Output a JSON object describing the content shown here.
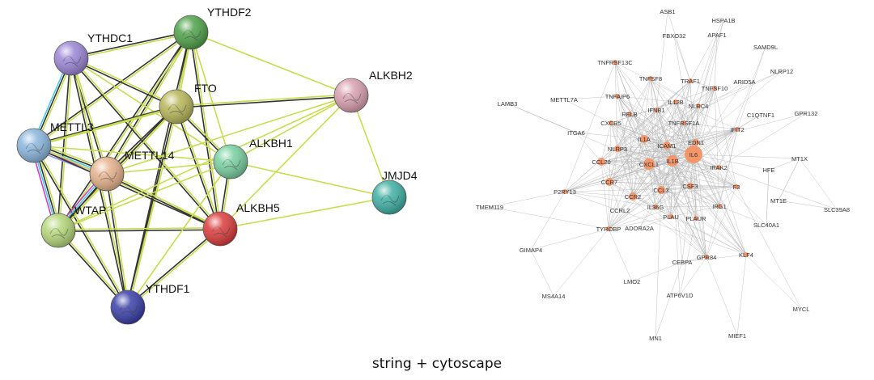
{
  "caption": "string + cytoscape",
  "left_network": {
    "nodes": [
      {
        "id": "YTHDF2",
        "label": "YTHDF2",
        "color": "#4fa24a"
      },
      {
        "id": "YTHDC1",
        "label": "YTHDC1",
        "color": "#9b86d6"
      },
      {
        "id": "ALKBH2",
        "label": "ALKBH2",
        "color": "#d9a0b0"
      },
      {
        "id": "FTO",
        "label": "FTO",
        "color": "#b8b75a"
      },
      {
        "id": "METTL3",
        "label": "METTL3",
        "color": "#8ab6dd"
      },
      {
        "id": "METTL14",
        "label": "METTL14",
        "color": "#e6b28c"
      },
      {
        "id": "ALKBH1",
        "label": "ALKBH1",
        "color": "#79d0a0"
      },
      {
        "id": "JMJD4",
        "label": "JMJD4",
        "color": "#3fb0a4"
      },
      {
        "id": "WTAP",
        "label": "WTAP",
        "color": "#b5d77a"
      },
      {
        "id": "ALKBH5",
        "label": "ALKBH5",
        "color": "#dc3c3c"
      },
      {
        "id": "YTHDF1",
        "label": "YTHDF1",
        "color": "#3a3fa8"
      }
    ],
    "edge_colors": {
      "textmining": "#c8dc50",
      "coexpression": "#333333",
      "database": "#4fc8e8",
      "experimental": "#d040c0",
      "homology": "#9a9ad8"
    }
  },
  "right_network": {
    "hub_color": "#f4956a",
    "edge_color": "#b5b5b5",
    "label_color": "#333333",
    "hub_nodes": [
      "IL6",
      "IL1B",
      "CXCL1",
      "IL1A",
      "ICAM1",
      "CCL20",
      "CCL3",
      "CCR2",
      "CCR7",
      "CSF3",
      "NLRP3",
      "EDN1",
      "IRAK2",
      "F3",
      "PLAUR",
      "PLAU",
      "CXCR5",
      "RELB",
      "IFNB1",
      "IL12B",
      "TNFRSF1A",
      "NLRC4",
      "TRAF1",
      "TNFSF10",
      "TNFRSF13C",
      "TNFSF8",
      "TNFAIP6",
      "IFIT2",
      "IL36G",
      "IRG1",
      "KLF4",
      "GPR84",
      "TYROBP",
      "P2RY13"
    ],
    "peripheral_nodes": [
      "ASB1",
      "HSPA1B",
      "FBXO32",
      "APAF1",
      "SAMD9L",
      "NLRP12",
      "ARID5A",
      "LAMB3",
      "METTL7A",
      "C1QTNF1",
      "GPR132",
      "ITGA6",
      "MT1X",
      "HFE",
      "MT1E",
      "TMEM119",
      "SLC39A8",
      "CCRL2",
      "SLC40A1",
      "ADORA2A",
      "GIMAP4",
      "CEBPA",
      "LMO2",
      "MS4A14",
      "ATP6V1D",
      "MYCL",
      "MN1",
      "MIEF1"
    ]
  }
}
